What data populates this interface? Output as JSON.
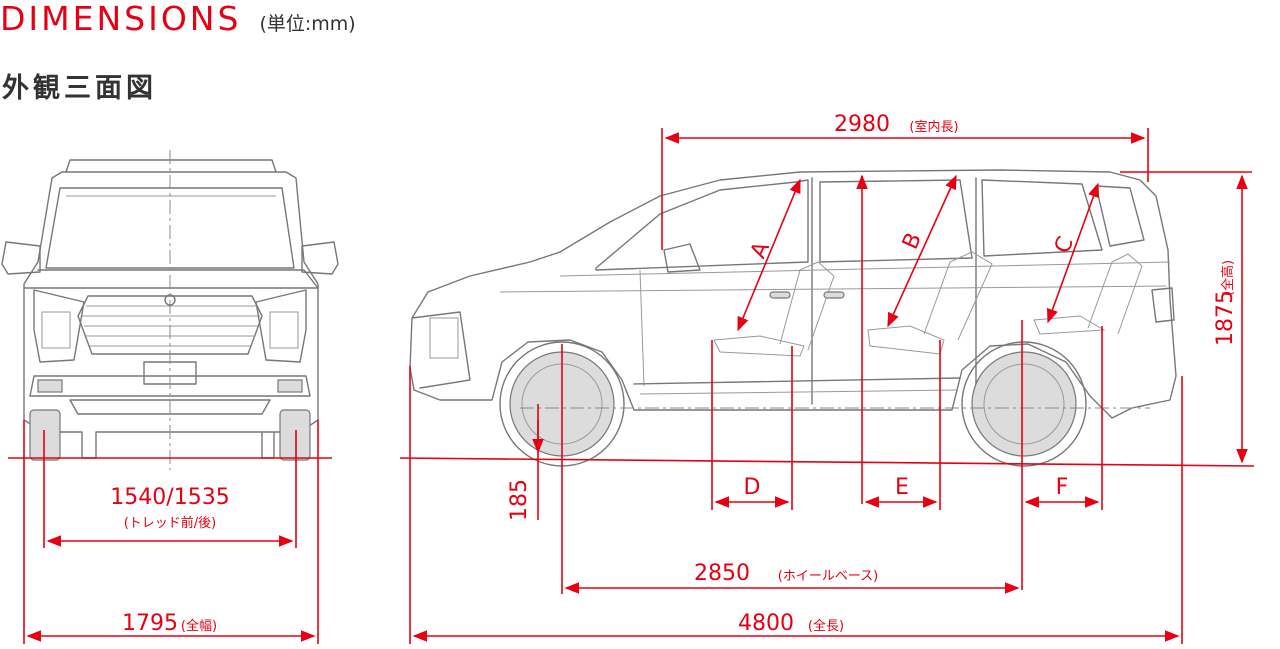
{
  "header": {
    "title": "DIMENSIONS",
    "unit": "(単位:mm)",
    "subtitle": "外観三面図"
  },
  "dimensions": {
    "interior_length": {
      "value": "2980",
      "label": "(室内長)"
    },
    "overall_height": {
      "value": "1875",
      "label": "(全高)"
    },
    "tread": {
      "value": "1540/1535",
      "label": "(トレッド前/後)"
    },
    "overall_width": {
      "value": "1795",
      "label": "(全幅)"
    },
    "ground_clearance": {
      "value": "185"
    },
    "wheelbase": {
      "value": "2850",
      "label": "(ホイールベース)"
    },
    "overall_length": {
      "value": "4800",
      "label": "(全長)"
    },
    "seat_a": "A",
    "seat_b": "B",
    "seat_c": "C",
    "seat_d": "D",
    "seat_e": "E",
    "seat_f": "F"
  },
  "colors": {
    "accent": "#e60012",
    "text": "#333333"
  }
}
